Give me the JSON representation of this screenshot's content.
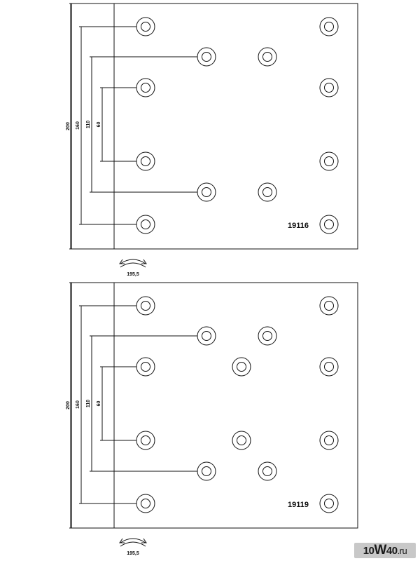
{
  "drawings": [
    {
      "part_number": "19116",
      "dimensions": [
        "200",
        "160",
        "110",
        "60"
      ],
      "width_label": "195,5",
      "layout": "two-center-pairs"
    },
    {
      "part_number": "19119",
      "dimensions": [
        "200",
        "160",
        "110",
        "60"
      ],
      "width_label": "195,5",
      "layout": "center-pairs-plus-middle"
    }
  ],
  "watermark": {
    "prefix": "10",
    "big": "W",
    "suffix": "40",
    "tld": ".ru"
  }
}
